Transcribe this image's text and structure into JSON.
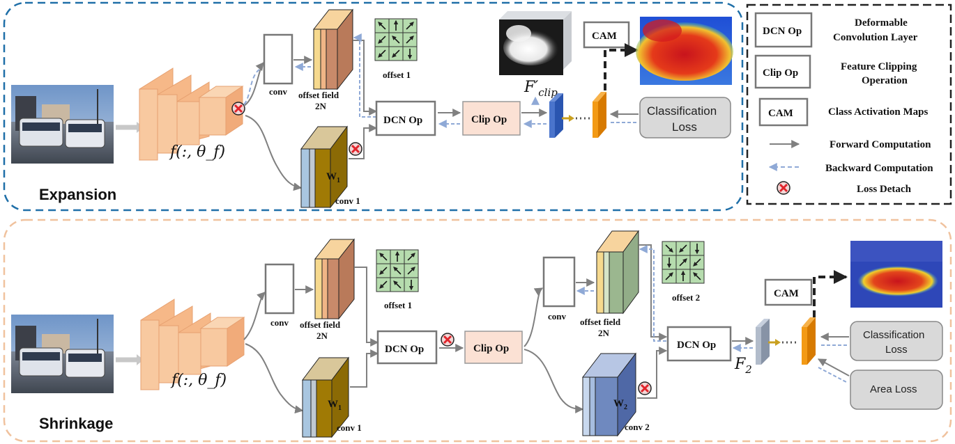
{
  "sections": {
    "expansion": "Expansion",
    "shrinkage": "Shrinkage"
  },
  "backbone_label": "f(:, θ_f)",
  "expansion": {
    "conv": "conv",
    "offset_field": "offset field",
    "offset_field_2": "2N",
    "offset": "offset 1",
    "w_main": "W",
    "w_sub": "1",
    "conv1": "conv 1",
    "dcn": "DCN Op",
    "clip": "Clip Op",
    "fclip_main": "F′",
    "fclip_sub": "clip",
    "cam": "CAM",
    "cls_loss_1": "Classification",
    "cls_loss_2": "Loss"
  },
  "shrinkage": {
    "conv": "conv",
    "offset_field": "offset field",
    "offset_field_2": "2N",
    "offset": "offset 1",
    "w_main": "W",
    "w_sub": "1",
    "conv1": "conv 1",
    "dcn": "DCN Op",
    "clip": "Clip Op",
    "conv_b": "conv",
    "offset_field_b": "offset field",
    "offset_field_b2": "2N",
    "offset_b": "offset 2",
    "w2_main": "W",
    "w2_sub": "2",
    "conv2": "conv 2",
    "dcn_b": "DCN Op",
    "f2_main": "F",
    "f2_sub": "2",
    "cam": "CAM",
    "cls_loss_1": "Classification",
    "cls_loss_2": "Loss",
    "area_loss": "Area Loss"
  },
  "legend": {
    "dcn_key": "DCN Op",
    "dcn_desc_1": "Deformable",
    "dcn_desc_2": "Convolution Layer",
    "clip_key": "Clip Op",
    "clip_desc_1": "Feature Clipping",
    "clip_desc_2": "Operation",
    "cam_key": "CAM",
    "cam_desc": "Class Activation Maps",
    "forward": "Forward Computation",
    "backward": "Backward Computation",
    "detach": "Loss Detach"
  },
  "colors": {
    "expansion_border": "#1f6fa8",
    "shrinkage_border": "#f0c29e",
    "backbone": "#f7c397",
    "offset_light": "#f6d98e",
    "offset_dark": "#c98a6a",
    "offset2_dark": "#9bb78f",
    "w_blue": "#a9c6e0",
    "w_gold": "#a07a05",
    "w2_blue": "#6f89bf",
    "clip_fill": "#fbe1d4",
    "loss_fill": "#d9d9d9",
    "forward_arrow": "#808080",
    "backward_arrow": "#8fa9d6",
    "detach_red": "#e0242b",
    "grid_green": "#b6dcae"
  },
  "offset_grid_1": [
    "nw",
    "n",
    "ne",
    "sw",
    "nw",
    "ne",
    "sw",
    "sw",
    "s"
  ],
  "offset_grid_b1": [
    "nw",
    "n",
    "ne",
    "sw",
    "nw",
    "ne",
    "sw",
    "nw",
    "s"
  ],
  "offset_grid_2": [
    "se",
    "sw",
    "s",
    "s",
    "ne",
    "sw",
    "ne",
    "n",
    "nw"
  ]
}
